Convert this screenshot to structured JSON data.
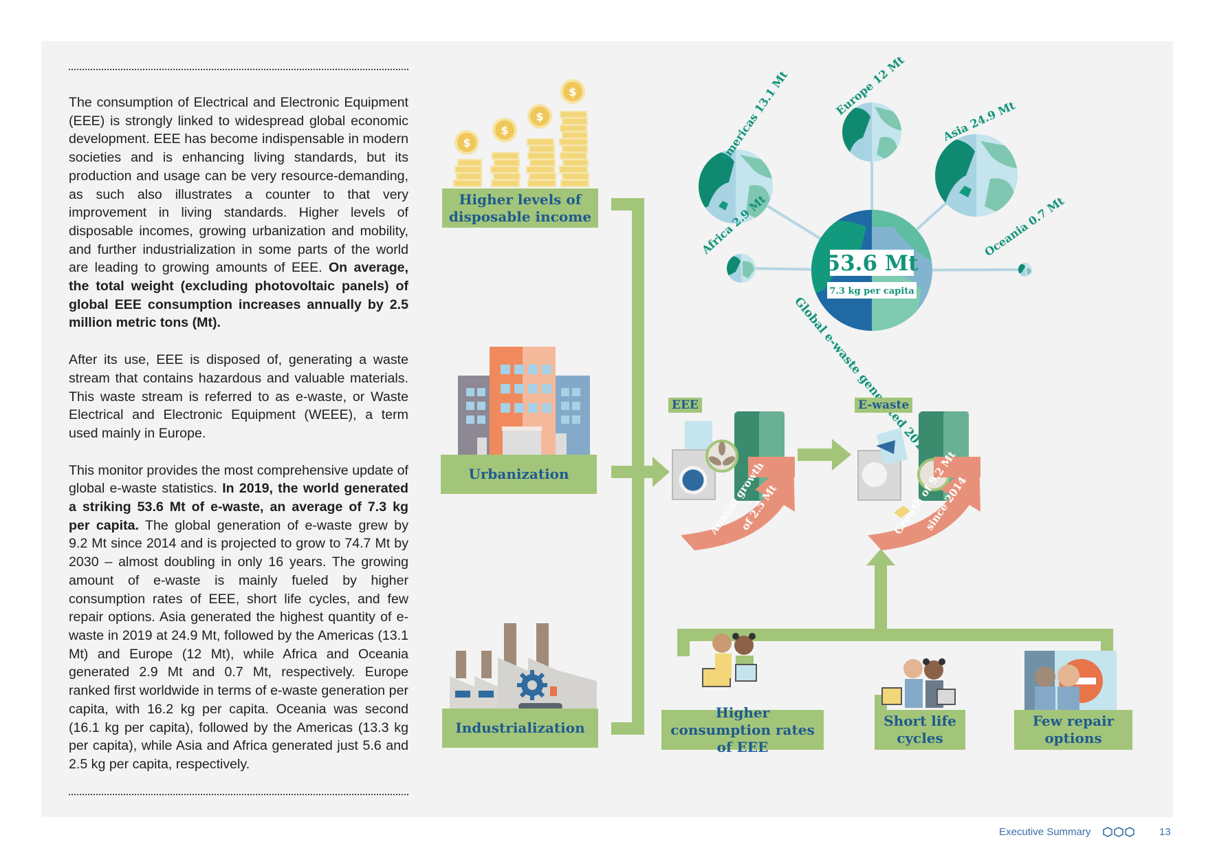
{
  "body_text": {
    "p1_a": "The consumption of Electrical and Electronic Equipment (EEE) is strongly linked to widespread global economic development. EEE has become indispensable in modern societies and is enhancing living standards, but its production and usage can be very resource-demanding, as such also illustrates a counter to that very improvement in living standards. Higher levels of disposable incomes, growing urbanization and mobility, and further industrialization in some parts of the world are leading to growing amounts of EEE. ",
    "p1_b": "On average, the total weight (excluding photovoltaic panels) of global EEE consumption increases annually by 2.5 million metric tons (Mt).",
    "p2": "After its use, EEE is disposed of, generating a waste stream that contains hazardous and valuable materials. This waste stream is referred to as e-waste, or Waste Electrical and Electronic Equipment (WEEE), a term used mainly in Europe.",
    "p3_a": "This monitor provides the most comprehensive update of global e-waste statistics. ",
    "p3_b": "In 2019, the world generated a striking 53.6 Mt of e-waste, an average of 7.3 kg per capita.",
    "p3_c": " The global generation of e-waste grew by 9.2 Mt since 2014 and is projected to grow to 74.7 Mt by 2030 – almost doubling in only 16 years. The growing amount of e-waste is mainly fueled by higher consumption rates of EEE, short life cycles, and few repair options. Asia generated the highest quantity of e-waste in 2019 at 24.9 Mt, followed by the Americas (13.1 Mt) and Europe (12 Mt), while Africa and Oceania generated 2.9 Mt and 0.7 Mt, respectively. Europe ranked first worldwide in terms of e-waste generation per capita, with 16.2 kg per capita. Oceania was second (16.1 kg per capita), followed by the Americas (13.3 kg per capita), while Asia and Africa generated just 5.6 and 2.5 kg per capita, respectively."
  },
  "drivers": {
    "income": "Higher levels of disposable income",
    "urbanization": "Urbanization",
    "industrialization": "Industrialization"
  },
  "globe": {
    "total": "53.6 Mt",
    "per_capita": "7.3 kg per capita",
    "caption": "Global e-waste generated 2019",
    "regions": {
      "americas": "Americas 13.1 Mt",
      "europe": "Europe 12 Mt",
      "asia": "Asia 24.9 Mt",
      "africa": "Africa 2.9 Mt",
      "oceania": "Oceania 0.7 Mt"
    }
  },
  "flow": {
    "eee": "EEE",
    "ewaste": "E-waste",
    "annual_growth_1": "Annual growth",
    "annual_growth_2": "of 2.5 Mt",
    "growth_1": "Growth of 9.2 Mt",
    "growth_2": "since 2014"
  },
  "factors": {
    "consumption": "Higher consumption rates of EEE",
    "life": "Short life cycles",
    "repair": "Few repair options"
  },
  "footer": {
    "section": "Executive Summary",
    "page": "13"
  },
  "colors": {
    "green_label": "#a3c57a",
    "label_text": "#1f5a8e",
    "teal": "#12937a",
    "salmon": "#e8917a",
    "panel": "#f2f3f2"
  }
}
